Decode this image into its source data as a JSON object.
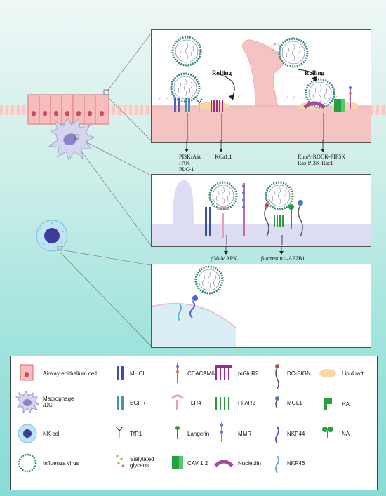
{
  "pathways": {
    "epithelium_1": "PI3K/Akt",
    "epithelium_2": "FAK",
    "epithelium_3": "PLC-1",
    "kca": "KCa1.1",
    "rho_1": "RhoA-ROCK-PIP5K",
    "rho_2": "Ras-PI3K-Rac1",
    "p38": "p38-MAPK",
    "arrestin": "β-arrestin1–AP2B1"
  },
  "rolling": {
    "left": "Rolling",
    "right": "Rolling"
  },
  "legend": {
    "airway": "Airway epithelium cell",
    "macrophage": "Macrophage\n/DC",
    "nk": "NK cell",
    "virus": "Influenza virus",
    "mhcii": "MHCII",
    "egfr": "EGFR",
    "tfr1": "TfR1",
    "sialylated": "Sialylated\nglycans",
    "ceacam6": "CEACAM6",
    "tlr4": "TLR4",
    "langerin": "Langerin",
    "cav12": "CAV 1.2",
    "mglur2": "mGluR2",
    "ffar2": "FFAR2",
    "mmr": "MMR",
    "nucleolin": "Nucleolin",
    "dcsign": "DC-SIGN",
    "mgl1": "MGL1",
    "nkp44": "NKP44",
    "nkp46": "NKP46",
    "lipidraft": "Lipid raft",
    "ha": "HA",
    "na": "NA"
  },
  "colors": {
    "membrane": "#f6c9c8",
    "macrophage_membrane": "#d8d8f0",
    "nk_membrane": "#d9eef5",
    "virus_ring": "#3a8b77",
    "lipid_raft": "#f7d7a9"
  }
}
